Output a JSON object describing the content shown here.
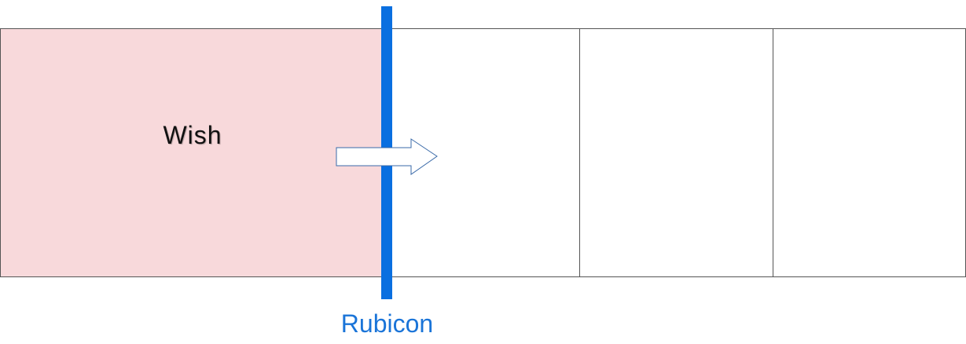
{
  "diagram": {
    "boxes": [
      {
        "label": "Wish",
        "fill": "#f8d9db"
      },
      {
        "label": "",
        "fill": "#ffffff"
      },
      {
        "label": "",
        "fill": "#ffffff"
      },
      {
        "label": "",
        "fill": "#ffffff"
      }
    ],
    "boundary": {
      "label": "Rubicon",
      "color": "#0a6fe0"
    },
    "arrow": {
      "direction": "right",
      "stroke": "#3a6aa8",
      "fill": "#ffffff"
    },
    "colors": {
      "border": "#555555",
      "wish_fill": "#f8d9db",
      "rubicon_text": "#1a74d8"
    }
  }
}
